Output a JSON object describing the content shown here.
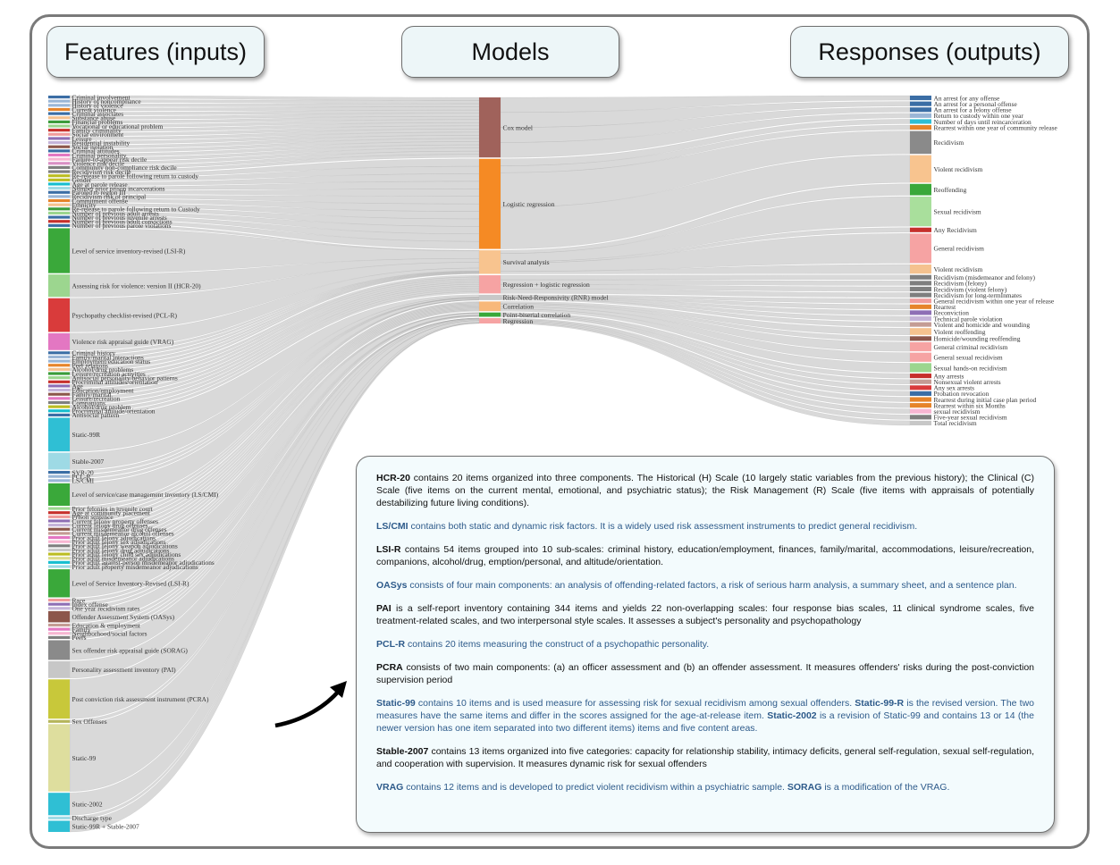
{
  "headers": {
    "features": "Features (inputs)",
    "models": "Models",
    "responses": "Responses (outputs)"
  },
  "flow_color": "#b9b9b9",
  "features": [
    {
      "label": "Criminal involvement",
      "color": "#3b6ea5",
      "w": 1
    },
    {
      "label": "History of noncompliance",
      "color": "#9ab6d6",
      "w": 1
    },
    {
      "label": "History of violence",
      "color": "#9ab6d6",
      "w": 1
    },
    {
      "label": "Current violence",
      "color": "#e6842a",
      "w": 1
    },
    {
      "label": "Criminal associates",
      "color": "#3b6ea5",
      "w": 1
    },
    {
      "label": "Substance abuse",
      "color": "#f5c28f",
      "w": 1
    },
    {
      "label": "Financial problems",
      "color": "#3a9c3a",
      "w": 1
    },
    {
      "label": "Vocational or educational problem",
      "color": "#9cd68f",
      "w": 1
    },
    {
      "label": "Family criminality",
      "color": "#c6302c",
      "w": 1
    },
    {
      "label": "Social environment",
      "color": "#f09c9c",
      "w": 1
    },
    {
      "label": "Leisure",
      "color": "#8e6fb5",
      "w": 1
    },
    {
      "label": "Residential instability",
      "color": "#c4b3d8",
      "w": 1
    },
    {
      "label": "Social isolation",
      "color": "#8c564b",
      "w": 1
    },
    {
      "label": "Criminal attitudes",
      "color": "#3b6ea5",
      "w": 1
    },
    {
      "label": "Criminal personality",
      "color": "#e377c2",
      "w": 1
    },
    {
      "label": "Failure-to-appear risk decile",
      "color": "#f7b6d2",
      "w": 1
    },
    {
      "label": "Violence risk decile",
      "color": "#d98fc4",
      "w": 1
    },
    {
      "label": "Community non-compliance risk decile",
      "color": "#7f7f7f",
      "w": 1
    },
    {
      "label": "Recidivism risk decile",
      "color": "#7f7f7f",
      "w": 1
    },
    {
      "label": "Re-release to parole following return to custody",
      "color": "#bcbd22",
      "w": 1
    },
    {
      "label": "Gender",
      "color": "#bcbd22",
      "w": 1
    },
    {
      "label": "Age at parole release",
      "color": "#17becf",
      "w": 1
    },
    {
      "label": "Number prior prison incarcerations",
      "color": "#9edae5",
      "w": 1
    },
    {
      "label": "Paroled to region III",
      "color": "#3b6ea5",
      "w": 1
    },
    {
      "label": "Recidivism risk of principal",
      "color": "#9ab6d6",
      "w": 1
    },
    {
      "label": "Commitment offense",
      "color": "#e6842a",
      "w": 1
    },
    {
      "label": "Ethnicity",
      "color": "#f5c28f",
      "w": 1
    },
    {
      "label": "Re-release to parole following return to Custody",
      "color": "#3a9c3a",
      "w": 1
    },
    {
      "label": "Number of previous adult arrests",
      "color": "#9cd68f",
      "w": 1
    },
    {
      "label": "Number of previous juvenile arrests",
      "color": "#3b6ea5",
      "w": 1
    },
    {
      "label": "Number of previous adult convictions",
      "color": "#c6302c",
      "w": 1
    },
    {
      "label": "Number of previous parole violations",
      "color": "#3b6ea5",
      "w": 1
    },
    {
      "label": "Level of service inventory-revised (LSI-R)",
      "color": "#3aa83a",
      "w": 16
    },
    {
      "label": "Assessing risk for violence: version II (HCR-20)",
      "color": "#9cd68f",
      "w": 8
    },
    {
      "label": "Psychopathy checklist-revised (PCL-R)",
      "color": "#d93b3b",
      "w": 12
    },
    {
      "label": "Violence risk appraisal guide (VRAG)",
      "color": "#e377c2",
      "w": 6
    },
    {
      "label": "Criminal history",
      "color": "#3b6ea5",
      "w": 1
    },
    {
      "label": "Family/marital interactions",
      "color": "#9ab6d6",
      "w": 1
    },
    {
      "label": "Employment/education status",
      "color": "#9ab6d6",
      "w": 1
    },
    {
      "label": "Peer relations",
      "color": "#e6842a",
      "w": 1
    },
    {
      "label": "Alcohol/drug problems",
      "color": "#f5c28f",
      "w": 1
    },
    {
      "label": "Leisure/recreation activities",
      "color": "#3a9c3a",
      "w": 1
    },
    {
      "label": "Antisocial personality/behavior patterns",
      "color": "#9cd68f",
      "w": 1
    },
    {
      "label": "Procriminal attitudes/orientation",
      "color": "#c6302c",
      "w": 1
    },
    {
      "label": "Age",
      "color": "#8e6fb5",
      "w": 1
    },
    {
      "label": "Education/employment",
      "color": "#c4b3d8",
      "w": 1
    },
    {
      "label": "Family/marital",
      "color": "#8c564b",
      "w": 1
    },
    {
      "label": "Leisure/recreation",
      "color": "#e377c2",
      "w": 1
    },
    {
      "label": "Companions",
      "color": "#7f7f7f",
      "w": 1
    },
    {
      "label": "Alcohol/drug problem",
      "color": "#bcbd22",
      "w": 1
    },
    {
      "label": "Procriminal attitude/orientation",
      "color": "#17becf",
      "w": 1
    },
    {
      "label": "Antisocial pattern",
      "color": "#3b6ea5",
      "w": 1
    },
    {
      "label": "Static-99R",
      "color": "#2fbfd4",
      "w": 12
    },
    {
      "label": "Stable-2007",
      "color": "#9edae5",
      "w": 6
    },
    {
      "label": "SVR-20",
      "color": "#3b6ea5",
      "w": 1
    },
    {
      "label": "PCL-R",
      "color": "#9ab6d6",
      "w": 1
    },
    {
      "label": "LS/CMI",
      "color": "#9ab6d6",
      "w": 1
    },
    {
      "label": "Level of service/case management inventory (LS/CMI)",
      "color": "#3aa83a",
      "w": 8
    },
    {
      "label": "Prior felonies in juvenile court",
      "color": "#9cd68f",
      "w": 1
    },
    {
      "label": "Age at community placement",
      "color": "#c6302c",
      "w": 1
    },
    {
      "label": "Prison sentence",
      "color": "#f09c9c",
      "w": 1
    },
    {
      "label": "Current felony property offenses",
      "color": "#8e6fb5",
      "w": 1
    },
    {
      "label": "Current felony drug offenses",
      "color": "#c4b3d8",
      "w": 1
    },
    {
      "label": "Current misdemeanor drug offenses",
      "color": "#8c564b",
      "w": 1
    },
    {
      "label": "Current misdemeanor alcohol offenses",
      "color": "#c49c94",
      "w": 1
    },
    {
      "label": "Prior adult felony adjudications",
      "color": "#e377c2",
      "w": 1
    },
    {
      "label": "Prior adult felony sex adjudications",
      "color": "#f7b6d2",
      "w": 1
    },
    {
      "label": "Prior adult felony weapon adjudications",
      "color": "#7f7f7f",
      "w": 1
    },
    {
      "label": "Prior adult felony drug adjudications",
      "color": "#c7c7c7",
      "w": 1
    },
    {
      "label": "Prior adult felony child sex adjudications",
      "color": "#bcbd22",
      "w": 1
    },
    {
      "label": "Prior adult misdemeanor adjudications",
      "color": "#dbdb8d",
      "w": 1
    },
    {
      "label": "Prior adult against-person misdemeanor adjudications",
      "color": "#17becf",
      "w": 1
    },
    {
      "label": "Prior adult property misdemeanor adjudications",
      "color": "#9edae5",
      "w": 1
    },
    {
      "label": "Level of Service Inventory-Revised (LSI-R)",
      "color": "#3aa83a",
      "w": 10
    },
    {
      "label": "Race",
      "color": "#f09c9c",
      "w": 1
    },
    {
      "label": "Index offense",
      "color": "#8e6fb5",
      "w": 1
    },
    {
      "label": "One year recidivism rates",
      "color": "#c4b3d8",
      "w": 1
    },
    {
      "label": "Offender Assessment System (OASys)",
      "color": "#8c564b",
      "w": 4
    },
    {
      "label": "Education & employment",
      "color": "#c49c94",
      "w": 1
    },
    {
      "label": "Family",
      "color": "#e377c2",
      "w": 1
    },
    {
      "label": "Neighborhood/social factors",
      "color": "#f7b6d2",
      "w": 1
    },
    {
      "label": "Peers",
      "color": "#7f7f7f",
      "w": 1
    },
    {
      "label": "Sex offender risk appraisal guide (SORAG)",
      "color": "#8a8a8a",
      "w": 7
    },
    {
      "label": "Personality assessment inventory (PAI)",
      "color": "#c7c7c7",
      "w": 6
    },
    {
      "label": "Post conviction risk assessment instrument (PCRA)",
      "color": "#c8c83a",
      "w": 14
    },
    {
      "label": "Sex Offenses",
      "color": "#b5b55a",
      "w": 1
    },
    {
      "label": "Static-99",
      "color": "#dede9e",
      "w": 24
    },
    {
      "label": "Static-2002",
      "color": "#2fbfd4",
      "w": 8
    },
    {
      "label": "Discharge type",
      "color": "#9edae5",
      "w": 1
    },
    {
      "label": "Static-99R + Stable-2007",
      "color": "#2fbfd4",
      "w": 4
    }
  ],
  "models": [
    {
      "label": "Cox model",
      "color": "#a0625b",
      "w": 56
    },
    {
      "label": "Logistic regression",
      "color": "#f58a24",
      "w": 84
    },
    {
      "label": "Survival analysis",
      "color": "#f8c48f",
      "w": 22
    },
    {
      "label": "Regression + logistic regression",
      "color": "#f6a3a3",
      "w": 17
    },
    {
      "label": "Risk-Need-Responsivity (RNR) model",
      "color": "#c8c8c8",
      "w": 5
    },
    {
      "label": "Correlation",
      "color": "#f8b87a",
      "w": 9
    },
    {
      "label": "Point-biserial correlation",
      "color": "#3aa83a",
      "w": 4
    },
    {
      "label": "Regression",
      "color": "#f6a3a3",
      "w": 5
    }
  ],
  "responses": [
    {
      "label": "An arrest for any offense",
      "color": "#3b6ea5",
      "w": 2
    },
    {
      "label": "An arrest for a personal offense",
      "color": "#3b6ea5",
      "w": 2
    },
    {
      "label": "An arrest for a felony offense",
      "color": "#3b6ea5",
      "w": 2
    },
    {
      "label": "Return to custody within one year",
      "color": "#9ab6d6",
      "w": 2
    },
    {
      "label": "Number of days until reincarceration",
      "color": "#2fbfd4",
      "w": 2
    },
    {
      "label": "Rearrest within one year of community release",
      "color": "#e6842a",
      "w": 2
    },
    {
      "label": "Recidivism",
      "color": "#8a8a8a",
      "w": 10
    },
    {
      "label": "Violent recidivism",
      "color": "#f8c48f",
      "w": 12
    },
    {
      "label": "Reoffending",
      "color": "#3aa83a",
      "w": 5
    },
    {
      "label": "Sexual recidivism",
      "color": "#a9df9c",
      "w": 13
    },
    {
      "label": "Any Recidivism",
      "color": "#c6302c",
      "w": 2
    },
    {
      "label": "General recidivism",
      "color": "#f6a3a3",
      "w": 13
    },
    {
      "label": "Violent recidivism",
      "color": "#f5c28f",
      "w": 4
    },
    {
      "label": "Recidivism (misdemeanor and felony)",
      "color": "#7f7f7f",
      "w": 2
    },
    {
      "label": "Recidivism (felony)",
      "color": "#7f7f7f",
      "w": 2
    },
    {
      "label": "Recidivism (violent felony)",
      "color": "#7f7f7f",
      "w": 2
    },
    {
      "label": "Recidivism for long-termInmates",
      "color": "#7f7f7f",
      "w": 2
    },
    {
      "label": "General recidivism within one year of release",
      "color": "#f09c9c",
      "w": 2
    },
    {
      "label": "Rearrest",
      "color": "#e6842a",
      "w": 2
    },
    {
      "label": "Reconviction",
      "color": "#8e6fb5",
      "w": 2
    },
    {
      "label": "Technical parole violation",
      "color": "#c4b3d8",
      "w": 2
    },
    {
      "label": "Violent and homicide and wounding",
      "color": "#c49c94",
      "w": 2
    },
    {
      "label": "Violent reoffending",
      "color": "#f5c28f",
      "w": 3
    },
    {
      "label": "Homicide/wounding reoffending",
      "color": "#8c564b",
      "w": 2
    },
    {
      "label": "General criminal recidivism",
      "color": "#f6a3a3",
      "w": 4
    },
    {
      "label": "General sexual recidivism",
      "color": "#f6a3a3",
      "w": 4
    },
    {
      "label": "Sexual hands-on recidivism",
      "color": "#9cd68f",
      "w": 4
    },
    {
      "label": "Any arrests",
      "color": "#c6302c",
      "w": 2
    },
    {
      "label": "Nonsexual violent arrests",
      "color": "#c49c94",
      "w": 2
    },
    {
      "label": "Any sex arrests",
      "color": "#d93b3b",
      "w": 2
    },
    {
      "label": "Probation revocation",
      "color": "#3b6ea5",
      "w": 2
    },
    {
      "label": "Rearrest during initial case plan period",
      "color": "#e6842a",
      "w": 2
    },
    {
      "label": "Rearrest within six Months",
      "color": "#e6842a",
      "w": 2
    },
    {
      "label": "sexual recidivism",
      "color": "#f7b6d2",
      "w": 2
    },
    {
      "label": "Five-year sexual recidivism",
      "color": "#7f7f7f",
      "w": 2
    },
    {
      "label": "Total recidivism",
      "color": "#c7c7c7",
      "w": 2
    }
  ],
  "info": [
    {
      "style": "blk",
      "parts": [
        {
          "b": "HCR-20"
        },
        {
          "t": " contains 20 items organized into three components. The Historical (H) Scale (10 largely static variables from the previous history); the Clinical (C) Scale (five items on the current mental, emotional, and psychiatric status); the Risk Management (R) Scale (five items with appraisals of potentially destabilizing future living conditions)."
        }
      ]
    },
    {
      "style": "blu",
      "parts": [
        {
          "b": "LS/CMI"
        },
        {
          "t": " contains both static and dynamic risk factors. It is a widely used risk assessment instruments to predict general recidivism."
        }
      ]
    },
    {
      "style": "blk",
      "parts": [
        {
          "b": "LSI-R"
        },
        {
          "t": " contains 54 items grouped into 10 sub-scales: criminal history, education/employment, finances, family/marital, accommodations, leisure/recreation, companions, alcohol/drug, emption/personal, and altitude/orientation."
        }
      ]
    },
    {
      "style": "blu",
      "parts": [
        {
          "b": "OASys"
        },
        {
          "t": " consists of four main components: an analysis of offending-related factors, a risk of serious harm analysis, a summary sheet, and a sentence plan."
        }
      ]
    },
    {
      "style": "blk",
      "parts": [
        {
          "b": "PAI"
        },
        {
          "t": " is a self-report inventory containing 344 items and yields 22 non-overlapping scales: four response bias scales, 11 clinical syndrome scales, five treatment-related scales, and two interpersonal style scales. It assesses a subject's personality and psychopathology"
        }
      ]
    },
    {
      "style": "blu",
      "parts": [
        {
          "b": "PCL-R"
        },
        {
          "t": " contains 20 items measuring the construct of a psychopathic personality."
        }
      ]
    },
    {
      "style": "blk",
      "parts": [
        {
          "b": "PCRA"
        },
        {
          "t": " consists of two main components: (a) an officer assessment and (b) an offender assessment. It measures offenders' risks during the post-conviction supervision period"
        }
      ]
    },
    {
      "style": "blu",
      "parts": [
        {
          "b": "Static-99"
        },
        {
          "t": " contains 10 items and is used measure for assessing risk for sexual recidivism among sexual offenders. "
        },
        {
          "b": "Static-99-R"
        },
        {
          "t": " is the revised version. The two measures have the same items and differ in the scores assigned for the age-at-release item. "
        },
        {
          "b": "Static-2002"
        },
        {
          "t": " is a revision of Static-99 and contains 13 or 14 (the newer version has one item separated into two different items) items and five content areas."
        }
      ]
    },
    {
      "style": "blk",
      "parts": [
        {
          "b": "Stable-2007"
        },
        {
          "t": " contains 13 items organized into five categories: capacity for relationship stability, intimacy deficits, general self-regulation, sexual self-regulation, and cooperation with supervision. It measures dynamic risk for sexual offenders"
        }
      ]
    },
    {
      "style": "blu",
      "parts": [
        {
          "b": "VRAG"
        },
        {
          "t": " contains 12 items and is developed to predict violent recidivism within a psychiatric sample. "
        },
        {
          "b": "SORAG"
        },
        {
          "t": " is a modification of the VRAG."
        }
      ]
    }
  ]
}
